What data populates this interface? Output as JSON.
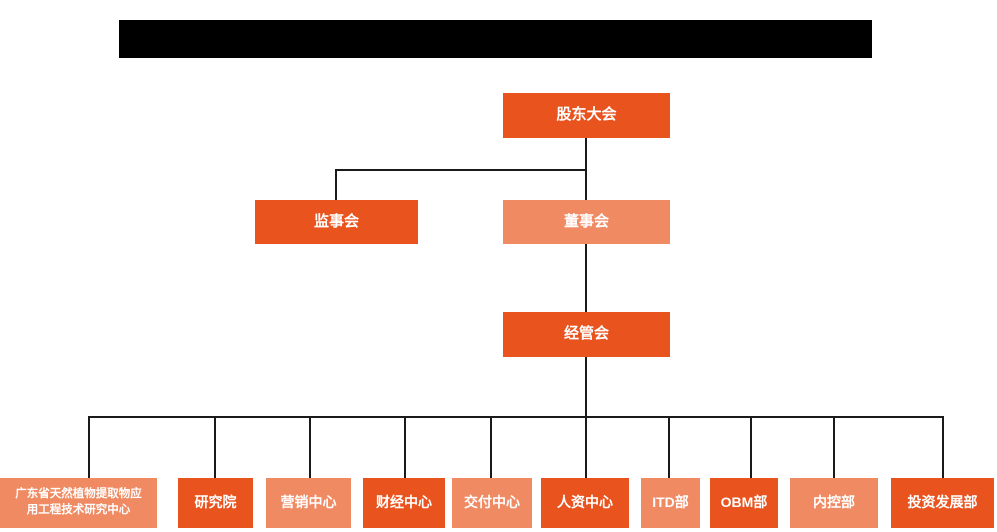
{
  "chart_data": {
    "type": "diagram",
    "subtype": "organization-chart",
    "title_bar": {
      "label": "",
      "redacted": true,
      "color": "#000000"
    },
    "colors": {
      "dark_orange": "#e8531e",
      "light_orange": "#ef8a62",
      "connector": "#1a1a1a",
      "background": "#ffffff",
      "text": "#ffffff"
    },
    "levels": [
      {
        "level": 1,
        "nodes": [
          {
            "id": "shareholders",
            "label": "股东大会",
            "shade": "dark"
          }
        ]
      },
      {
        "level": 2,
        "nodes": [
          {
            "id": "supervisors",
            "label": "监事会",
            "shade": "dark"
          },
          {
            "id": "directors",
            "label": "董事会",
            "shade": "light"
          }
        ]
      },
      {
        "level": 3,
        "nodes": [
          {
            "id": "management",
            "label": "经管会",
            "shade": "dark"
          }
        ]
      },
      {
        "level": 4,
        "nodes": [
          {
            "id": "research-center",
            "label": "广东省天然植物提取物应\n用工程技术研究中心",
            "shade": "light"
          },
          {
            "id": "institute",
            "label": "研究院",
            "shade": "dark"
          },
          {
            "id": "marketing",
            "label": "营销中心",
            "shade": "light"
          },
          {
            "id": "finance",
            "label": "财经中心",
            "shade": "dark"
          },
          {
            "id": "delivery",
            "label": "交付中心",
            "shade": "light"
          },
          {
            "id": "hr",
            "label": "人资中心",
            "shade": "dark"
          },
          {
            "id": "itd",
            "label": "ITD部",
            "shade": "light"
          },
          {
            "id": "obm",
            "label": "OBM部",
            "shade": "dark"
          },
          {
            "id": "internal-control",
            "label": "内控部",
            "shade": "light"
          },
          {
            "id": "investment",
            "label": "投资发展部",
            "shade": "dark"
          }
        ]
      }
    ],
    "edges": [
      {
        "from": "shareholders",
        "to": "supervisors"
      },
      {
        "from": "shareholders",
        "to": "directors"
      },
      {
        "from": "directors",
        "to": "management"
      },
      {
        "from": "management",
        "to": "research-center"
      },
      {
        "from": "management",
        "to": "institute"
      },
      {
        "from": "management",
        "to": "marketing"
      },
      {
        "from": "management",
        "to": "finance"
      },
      {
        "from": "management",
        "to": "delivery"
      },
      {
        "from": "management",
        "to": "hr"
      },
      {
        "from": "management",
        "to": "itd"
      },
      {
        "from": "management",
        "to": "obm"
      },
      {
        "from": "management",
        "to": "internal-control"
      },
      {
        "from": "management",
        "to": "investment"
      }
    ]
  }
}
